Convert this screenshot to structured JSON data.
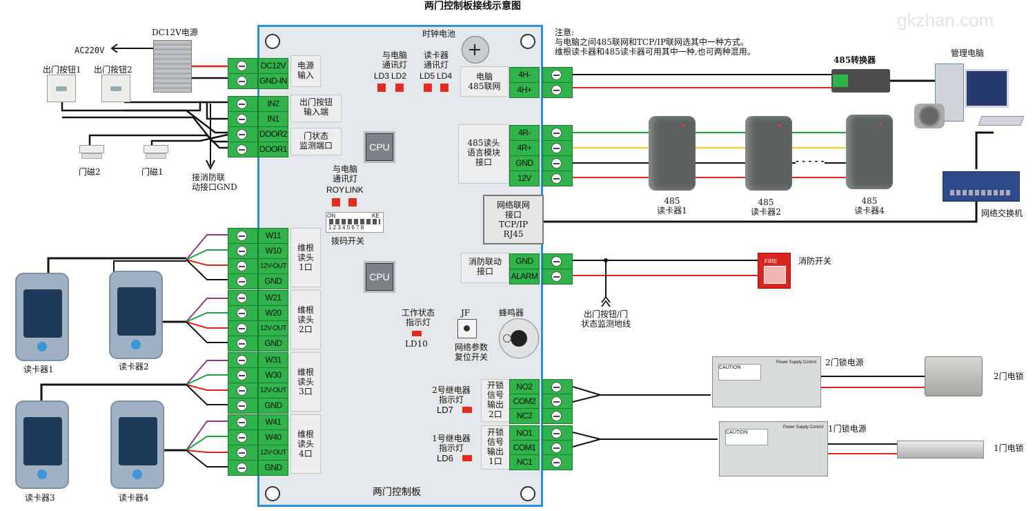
{
  "title": "两门控制板接线示意图",
  "watermark": "gkzhan.com",
  "note": {
    "line1": "注意:",
    "line2": "与电脑之间485联网和TCP/IP联网选其中一种方式。",
    "line3": "维根读卡器和485读卡器可用其中一种,也可两种混用。"
  },
  "board": {
    "name": "两门控制板",
    "clock_battery": "时钟电池",
    "cpu_label": "CPU",
    "buzzer": "蜂鸣器",
    "jf": "JF",
    "net_reset": "网络参数\n复位开关",
    "work_status": "工作状态\n指示灯",
    "ld10": "LD10",
    "dip_switch": "拨码开关",
    "dip_on": "ON",
    "dip_ke": "KE",
    "dip_numbers": "1 2 3 4 5 6 7 8",
    "pc_led1": "与电脑\n通讯灯",
    "ld3": "LD3",
    "ld2": "LD2",
    "reader_led": "读卡器\n通讯灯",
    "ld5": "LD5",
    "ld4": "LD4",
    "pc_led2": "与电脑\n通讯灯",
    "roy": "ROY",
    "link": "LINK",
    "relay2": "2号继电器\n指示灯",
    "ld7": "LD7",
    "relay1": "1号继电器\n指示灯",
    "ld6": "LD6"
  },
  "left_ports": [
    {
      "name": "电源\n输入",
      "pins": [
        "DC12V",
        "GND-IN"
      ]
    },
    {
      "name": "出门按钮\n输入端",
      "pins": [
        "IN2",
        "IN1"
      ]
    },
    {
      "name": "门状态\n监测端口",
      "pins": [
        "DOOR2",
        "DOOR1"
      ]
    },
    {
      "name": "维根\n读头\n1口",
      "pins": [
        "W11",
        "W10",
        "12V-OUT",
        "GND"
      ]
    },
    {
      "name": "维根\n读头\n2口",
      "pins": [
        "W21",
        "W20",
        "12V-OUT",
        "GND"
      ]
    },
    {
      "name": "维根\n读头\n3口",
      "pins": [
        "W31",
        "W30",
        "12V-OUT",
        "GND"
      ]
    },
    {
      "name": "维根\n读头\n4口",
      "pins": [
        "W41",
        "W40",
        "12V-OUT",
        "GND"
      ]
    }
  ],
  "right_ports": [
    {
      "name": "电脑\n485联网",
      "pins": [
        "4H-",
        "4H+"
      ]
    },
    {
      "name": "485读头\n语言模块\n接口",
      "pins": [
        "4R-",
        "4R+",
        "GND",
        "12V"
      ]
    },
    {
      "name": "网络联网\n接口\nTCP/IP\nRJ45",
      "pins": []
    },
    {
      "name": "消防联动\n接口",
      "pins": [
        "GND",
        "ALARM"
      ]
    },
    {
      "name": "开锁\n信号\n输出\n2口",
      "pins": [
        "NO2",
        "COM2",
        "NC2"
      ]
    },
    {
      "name": "开锁\n信号\n输出\n1口",
      "pins": [
        "NO1",
        "COM1",
        "NC1"
      ]
    }
  ],
  "devices": {
    "dc12v": "DC12V电源",
    "ac220v": "AC220V",
    "exit_btn1": "出门按钮1",
    "exit_btn2": "出门按钮2",
    "door_sensor2": "门磁2",
    "door_sensor1": "门磁1",
    "fire_gnd": "接消防联\n动接口GND",
    "converter": "485转换器",
    "pc": "管理电脑",
    "switch": "网络交换机",
    "reader485_1": "485\n读卡器1",
    "reader485_2": "485\n读卡器2",
    "reader485_4": "485\n读卡器4",
    "dots": "- - - - -",
    "fire_switch": "消防开关",
    "fire_label": "FIRE",
    "ground_line": "出门按钮/门\n状态监测地线",
    "lock2_psu": "2门锁电源",
    "lock2": "2门电锁",
    "lock1_psu": "1门锁电源",
    "lock1": "1门电锁",
    "psu_caution": "CAUTION",
    "psu_brand": "Power Supply Control",
    "kp1": "读卡器1",
    "kp2": "读卡器2",
    "kp3": "读卡器3",
    "kp4": "读卡器4"
  },
  "colors": {
    "board_border": "#2a8fd6",
    "terminal": "#2fb34a",
    "led": "#e52a22",
    "wire_red": "#e0221b",
    "wire_green": "#1ea040",
    "wire_yellow": "#f2d21a",
    "wire_purple": "#8a3a8a"
  }
}
